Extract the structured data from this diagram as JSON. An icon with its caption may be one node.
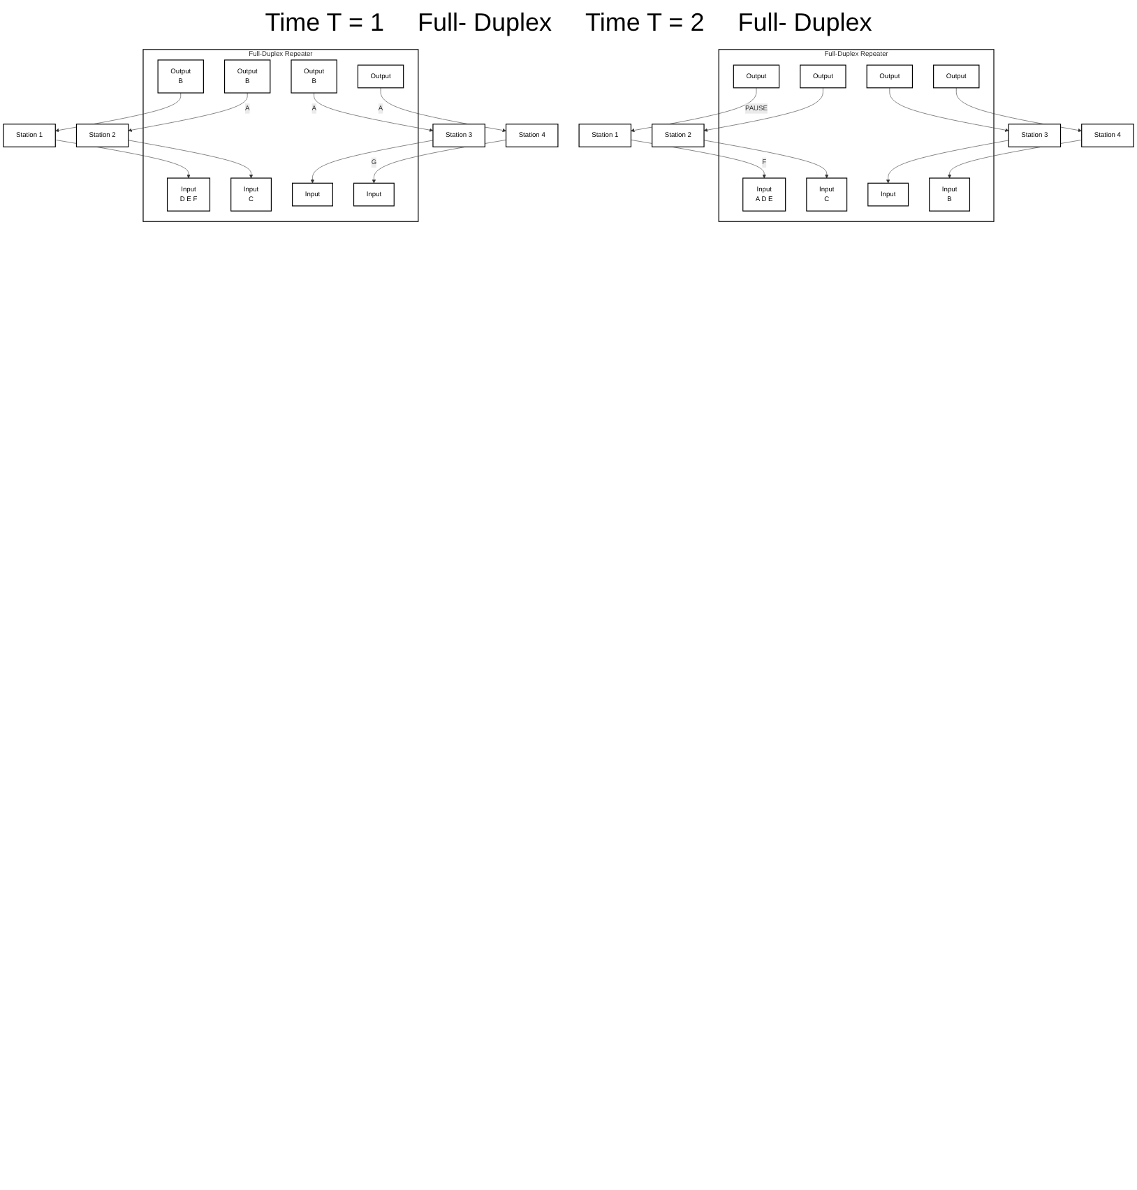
{
  "diagram": {
    "nodes": [
      {
        "text": [
          "Full-Duplex Repeater"
        ]
      },
      {
        "text": [
          "Input",
          "A D E"
        ],
        "in": 0
      },
      {
        "text": [
          "Output"
        ],
        "in": 0
      },
      {
        "text": [
          "Input",
          "C"
        ],
        "in": 0
      },
      {
        "text": [
          "Output"
        ],
        "in": 0
      },
      {
        "text": [
          "Input"
        ],
        "in": 0
      },
      {
        "text": [
          "Output"
        ],
        "in": 0
      },
      {
        "text": [
          "Input",
          "B"
        ],
        "in": 0
      },
      {
        "text": [
          "Output"
        ],
        "in": 0
      },
      {
        "text": [
          "Station 1"
        ]
      },
      {
        "text": [
          "Station 2"
        ]
      },
      {
        "text": [
          "Station 3"
        ]
      },
      {
        "text": [
          "Station 4"
        ]
      },
      {
        "text": [
          "Full-Duplex Repeater"
        ]
      },
      {
        "text": [
          "Input",
          "D E F"
        ],
        "in": 13
      },
      {
        "text": [
          "Output",
          "B"
        ],
        "in": 13
      },
      {
        "text": [
          "Input",
          "C"
        ],
        "in": 13
      },
      {
        "text": [
          "Output",
          "B"
        ],
        "in": 13
      },
      {
        "text": [
          "Input"
        ],
        "in": 13
      },
      {
        "text": [
          "Output",
          "B"
        ],
        "in": 13
      },
      {
        "text": [
          "Input"
        ],
        "in": 13
      },
      {
        "text": [
          "Output"
        ],
        "in": 13
      },
      {
        "text": [
          "Station 1"
        ]
      },
      {
        "text": [
          "Station 2"
        ]
      },
      {
        "text": [
          "Station 3"
        ]
      },
      {
        "text": [
          "Station 4"
        ]
      }
    ],
    "edges": [
      {
        "from": 9,
        "to": 1,
        "arrow": "to",
        "label": "F"
      },
      {
        "from": 2,
        "to": 9,
        "arrow": "to",
        "label": "PAUSE"
      },
      {
        "from": 10,
        "to": 3,
        "arrow": "to"
      },
      {
        "from": 4,
        "to": 10,
        "arrow": "to"
      },
      {
        "from": 11,
        "to": 5,
        "arrow": "to"
      },
      {
        "from": 6,
        "to": 11,
        "arrow": "to"
      },
      {
        "from": 12,
        "to": 7,
        "arrow": "to"
      },
      {
        "from": 8,
        "to": 12,
        "arrow": "to"
      },
      {
        "from": 22,
        "to": 14,
        "arrow": "to"
      },
      {
        "from": 15,
        "to": 22,
        "arrow": "to"
      },
      {
        "from": 23,
        "to": 16,
        "arrow": "to"
      },
      {
        "from": 17,
        "to": 23,
        "arrow": "to",
        "label": "A"
      },
      {
        "from": 24,
        "to": 18,
        "arrow": "to"
      },
      {
        "from": 19,
        "to": 24,
        "arrow": "to",
        "label": "A"
      },
      {
        "from": 25,
        "to": 20,
        "arrow": "to",
        "label": "G"
      },
      {
        "from": 21,
        "to": 25,
        "arrow": "to",
        "label": "A"
      }
    ],
    "labels": [
      "Time T = 1",
      "Full- Duplex",
      "Time T = 2",
      "Full- Duplex"
    ]
  }
}
